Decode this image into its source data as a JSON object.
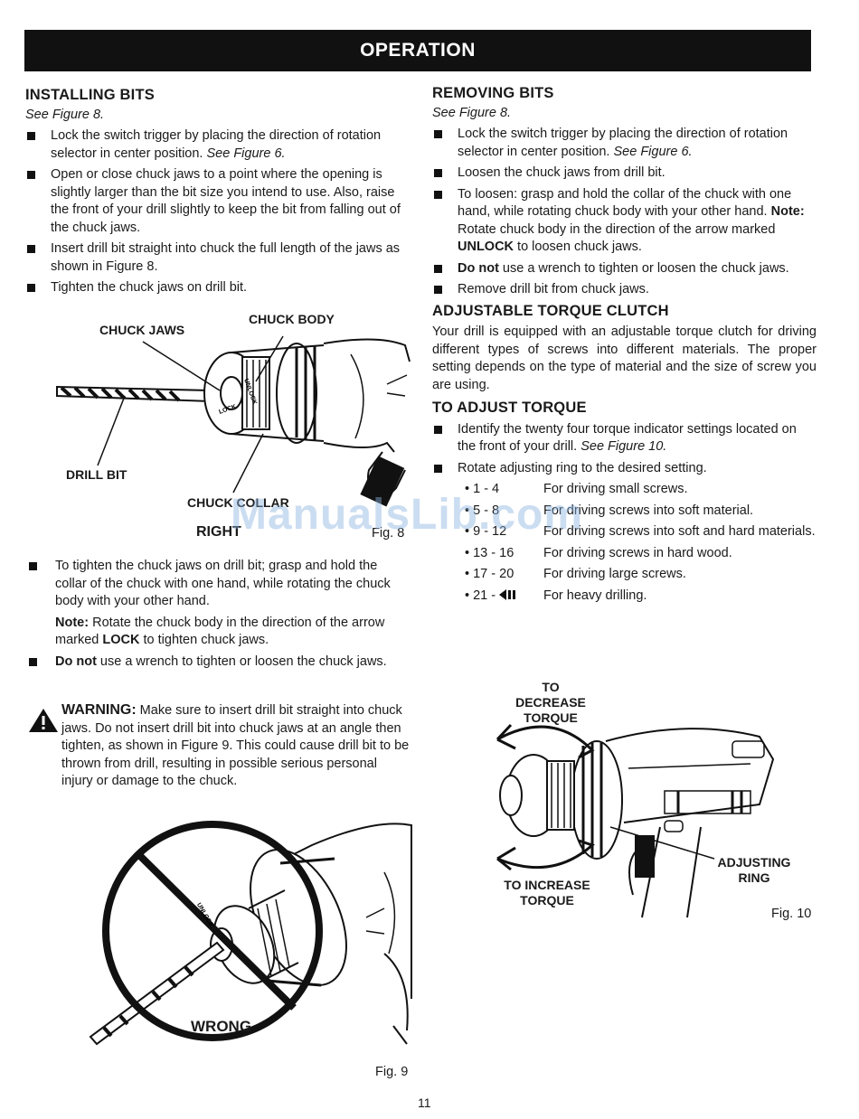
{
  "header": {
    "title": "OPERATION"
  },
  "installing": {
    "heading": "INSTALLING BITS",
    "see": "See Figure 8.",
    "b1": "Lock the switch trigger by placing the direction of rotation selector in center position. ",
    "b1_ref": "See Figure 6.",
    "b2": "Open or close chuck jaws to a point where the opening is slightly larger than the bit size you intend to use. Also, raise the front of your drill slightly to keep the bit from falling out of the chuck jaws.",
    "b3": "Insert drill bit straight into chuck the full length of the jaws as shown in Figure 8.",
    "b4": "Tighten the chuck jaws on drill bit."
  },
  "fig8": {
    "chuck_jaws": "CHUCK JAWS",
    "chuck_body": "CHUCK BODY",
    "drill_bit": "DRILL BIT",
    "chuck_collar": "CHUCK COLLAR",
    "right": "RIGHT",
    "caption": "Fig. 8",
    "unlock": "UNLOCK",
    "lock": "LOCK"
  },
  "tighten": {
    "b1": "To tighten the chuck jaws on drill bit; grasp and hold the collar of the chuck with one hand, while rotating the chuck body with your other hand.",
    "note_label": "Note:",
    "note_a": " Rotate the chuck body in the direction of the arrow marked ",
    "note_lock": "LOCK",
    "note_b": " to tighten chuck jaws.",
    "b2_bold": "Do not",
    "b2": " use a wrench to tighten or loosen the chuck jaws."
  },
  "warning": {
    "label": "WARNING:",
    "text": " Make sure to insert drill bit straight into chuck jaws. Do not insert drill bit into chuck jaws at an angle then tighten, as shown in Figure 9. This could cause drill bit to be thrown from drill, resulting in possible serious personal injury or damage to the chuck."
  },
  "fig9": {
    "wrong": "WRONG",
    "caption": "Fig. 9"
  },
  "removing": {
    "heading": "REMOVING BITS",
    "see": "See Figure 8.",
    "b1": "Lock the switch trigger by placing the direction of rotation selector in center position. ",
    "b1_ref": "See Figure 6.",
    "b2": "Loosen the chuck jaws from drill bit.",
    "b3_a": "To loosen: grasp and hold the collar of the chuck with one hand, while rotating chuck body with your other hand. ",
    "b3_note": "Note:",
    "b3_b": " Rotate chuck body in the direction of the arrow marked ",
    "b3_unlock": "UNLOCK",
    "b3_c": " to loosen chuck jaws.",
    "b4_bold": "Do not",
    "b4": " use a wrench to tighten or loosen the chuck jaws.",
    "b5": "Remove drill bit from chuck jaws."
  },
  "clutch": {
    "heading": "ADJUSTABLE TORQUE CLUTCH",
    "text": "Your drill is equipped with an adjustable torque clutch for driving different types of screws into different materials. The proper setting depends on the type of material and the size of screw you are using."
  },
  "adjust": {
    "heading": "TO ADJUST TORQUE",
    "b1": "Identify the twenty four torque indicator settings located on the front of your drill. ",
    "b1_ref": "See Figure 10.",
    "b2": "Rotate adjusting ring to the desired setting.",
    "settings": [
      {
        "range": "1 - 4",
        "desc": "For driving small screws."
      },
      {
        "range": "5 - 8",
        "desc": "For driving screws into soft material."
      },
      {
        "range": "9 - 12",
        "desc": "For driving screws into soft and hard materials."
      },
      {
        "range": "13 - 16",
        "desc": "For driving screws in hard wood."
      },
      {
        "range": "17 - 20",
        "desc": "For driving large screws."
      },
      {
        "range": "21 -",
        "desc": "For heavy drilling."
      }
    ]
  },
  "fig10": {
    "decrease": "TO DECREASE TORQUE",
    "increase": "TO INCREASE TORQUE",
    "adjusting_ring": "ADJUSTING RING",
    "caption": "Fig. 10"
  },
  "watermark": "ManualsLib.com",
  "page_number": "11"
}
